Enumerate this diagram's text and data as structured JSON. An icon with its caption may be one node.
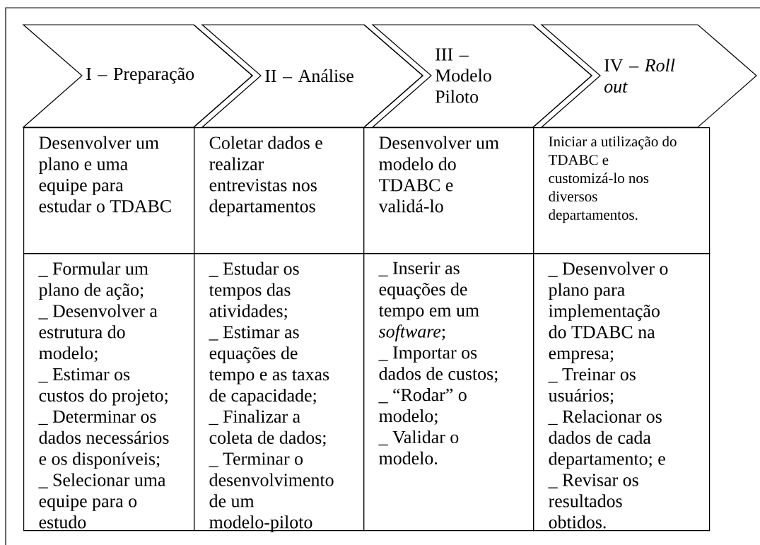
{
  "diagram": {
    "nodes": [
      {
        "text": [
          "I – Preparação"
        ]
      },
      {
        "text": [
          "II – Análise"
        ]
      },
      {
        "text": [
          "III – Modelo Piloto"
        ]
      },
      {
        "text": [
          "IV – *Roll out*"
        ]
      },
      {
        "text": [
          "Desenvolver um plano e uma equipe para estudar o TDABC"
        ]
      },
      {
        "text": [
          "Coletar dados e realizar entrevistas nos departamentos"
        ]
      },
      {
        "text": [
          "Desenvolver um modelo do TDABC e validá-lo"
        ]
      },
      {
        "text": [
          "Iniciar a utilização do TDABC e customizá-lo nos diversos departamentos."
        ]
      },
      {
        "text": [
          "_ Formular um plano de ação;",
          "_ Desenvolver a estrutura do modelo;",
          "_ Estimar os custos do projeto;",
          "_ Determinar os dados necessários e os disponíveis;",
          "_ Selecionar uma equipe para o estudo"
        ]
      },
      {
        "text": [
          "_ Estudar os tempos das atividades;",
          "_ Estimar as equações de tempo e as taxas de capacidade;",
          "_ Finalizar a coleta de dados;",
          "_ Terminar o desenvolvimento de um modelo-piloto"
        ]
      },
      {
        "text": [
          "_ Inserir as equações de tempo em um *software*;",
          "_ Importar os dados de custos;",
          "_ “Rodar” o modelo;",
          "_ Validar o modelo."
        ]
      },
      {
        "text": [
          "_ Desenvolver o plano para implementação do TDABC na empresa;",
          "_ Treinar os usuários;",
          "_ Relacionar os dados de cada departamento; e",
          "_ Revisar os resultados obtidos."
        ]
      }
    ]
  }
}
